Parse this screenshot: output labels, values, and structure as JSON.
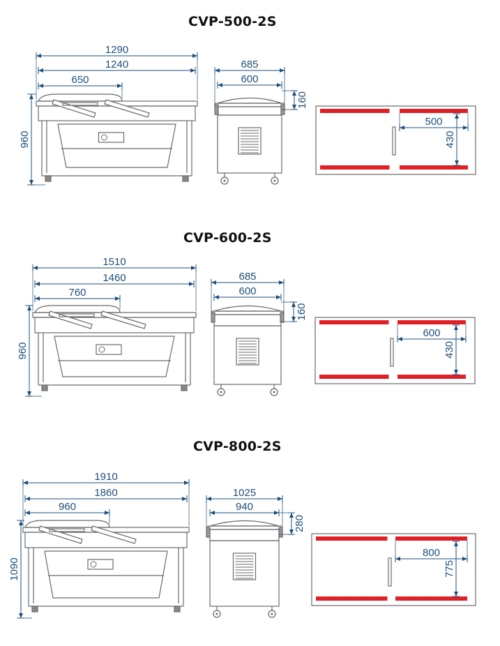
{
  "colors": {
    "line": "#6a6a6a",
    "dimension": "#1e4f7a",
    "seal_bar": "#e01f26"
  },
  "models": [
    {
      "title": "CVP-500-2S",
      "front": {
        "overall_width": "1290",
        "body_width": "1240",
        "lid_width": "650",
        "height": "960"
      },
      "side": {
        "overall_depth": "685",
        "body_depth": "600",
        "lid_height": "160"
      },
      "chamber": {
        "seal_length": "500",
        "chamber_depth": "430"
      }
    },
    {
      "title": "CVP-600-2S",
      "front": {
        "overall_width": "1510",
        "body_width": "1460",
        "lid_width": "760",
        "height": "960"
      },
      "side": {
        "overall_depth": "685",
        "body_depth": "600",
        "lid_height": "160"
      },
      "chamber": {
        "seal_length": "600",
        "chamber_depth": "430"
      }
    },
    {
      "title": "CVP-800-2S",
      "front": {
        "overall_width": "1910",
        "body_width": "1860",
        "lid_width": "960",
        "height": "1090"
      },
      "side": {
        "overall_depth": "1025",
        "body_depth": "940",
        "lid_height": "280"
      },
      "chamber": {
        "seal_length": "800",
        "chamber_depth": "775"
      }
    }
  ]
}
